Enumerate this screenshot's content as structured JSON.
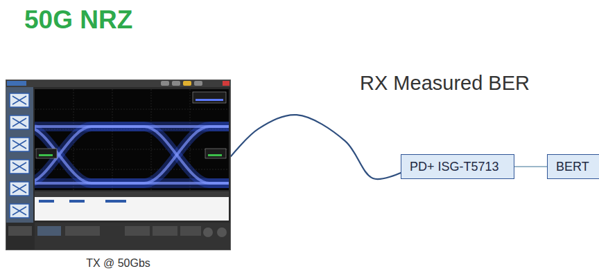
{
  "diagram": {
    "title": "50G NRZ",
    "nodes": [
      {
        "text": [
          "TX @ 50Gbs"
        ]
      },
      {
        "text": [
          "PD+ ISG-T5713"
        ]
      },
      {
        "text": [
          "BERT"
        ]
      }
    ],
    "edges": [
      {
        "from": 0,
        "to": 1,
        "arrow": "none"
      },
      {
        "from": 1,
        "to": 2,
        "arrow": "none"
      }
    ],
    "labels": [
      "RX Measured BER"
    ]
  }
}
